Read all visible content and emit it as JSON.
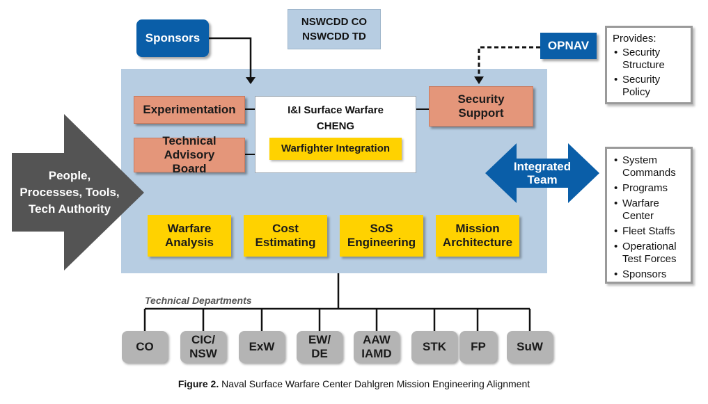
{
  "sponsors": "Sponsors",
  "nswcdd": {
    "line1": "NSWCDD CO",
    "line2": "NSWCDD TD"
  },
  "opnav": "OPNAV",
  "provides": {
    "title": "Provides:",
    "items": [
      "Security Structure",
      "Security Policy"
    ]
  },
  "center": {
    "experimentation": "Experimentation",
    "technical_advisory_board": "Technical Advisory Board",
    "ii_title": "I&I Surface Warfare",
    "cheng": "CHENG",
    "warfighter_integration": "Warfighter Integration",
    "security_support": "Security Support",
    "integrated_team": "Integrated Team",
    "yellow_boxes": [
      "Warfare Analysis",
      "Cost Estimating",
      "SoS Engineering",
      "Mission Architecture"
    ]
  },
  "left_arrow": "People, Processes, Tools, Tech Authority",
  "right_list": [
    "System Commands",
    "Programs",
    "Warfare Center",
    "Fleet Staffs",
    "Operational Test Forces",
    "Sponsors"
  ],
  "technical_departments_label": "Technical Departments",
  "departments": [
    "CO",
    "CIC/ NSW",
    "ExW",
    "EW/ DE",
    "AAW IAMD",
    "STK",
    "FP",
    "SuW"
  ],
  "caption": {
    "prefix": "Figure 2.",
    "text": " Naval Surface Warfare Center Dahlgren Mission Engineering Alignment"
  },
  "colors": {
    "main_panel": "#b7cde2",
    "blue": "#0a5ea8",
    "orange": "#e4967a",
    "yellow": "#ffd200",
    "gray_arrow": "#545454",
    "dept_gray": "#b4b4b4"
  }
}
